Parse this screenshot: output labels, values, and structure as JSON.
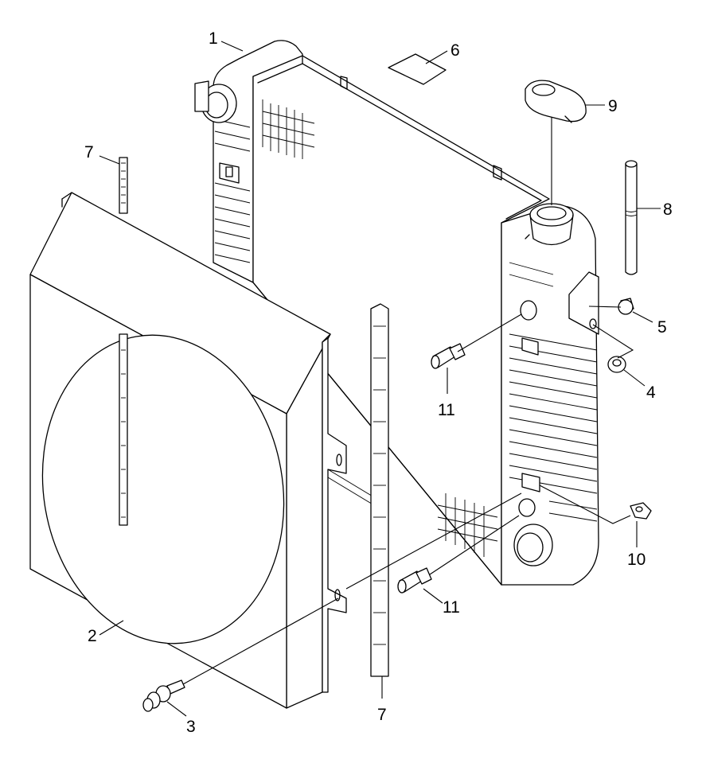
{
  "parts": [
    {
      "id": "part-1",
      "callout": "1"
    },
    {
      "id": "part-2",
      "callout": "2"
    },
    {
      "id": "part-3",
      "callout": "3"
    },
    {
      "id": "part-4",
      "callout": "4"
    },
    {
      "id": "part-5",
      "callout": "5"
    },
    {
      "id": "part-6",
      "callout": "6"
    },
    {
      "id": "part-7-left",
      "callout": "7"
    },
    {
      "id": "part-7-right",
      "callout": "7"
    },
    {
      "id": "part-8",
      "callout": "8"
    },
    {
      "id": "part-9",
      "callout": "9"
    },
    {
      "id": "part-10",
      "callout": "10"
    },
    {
      "id": "part-11-upper",
      "callout": "11"
    },
    {
      "id": "part-11-lower",
      "callout": "11"
    }
  ]
}
